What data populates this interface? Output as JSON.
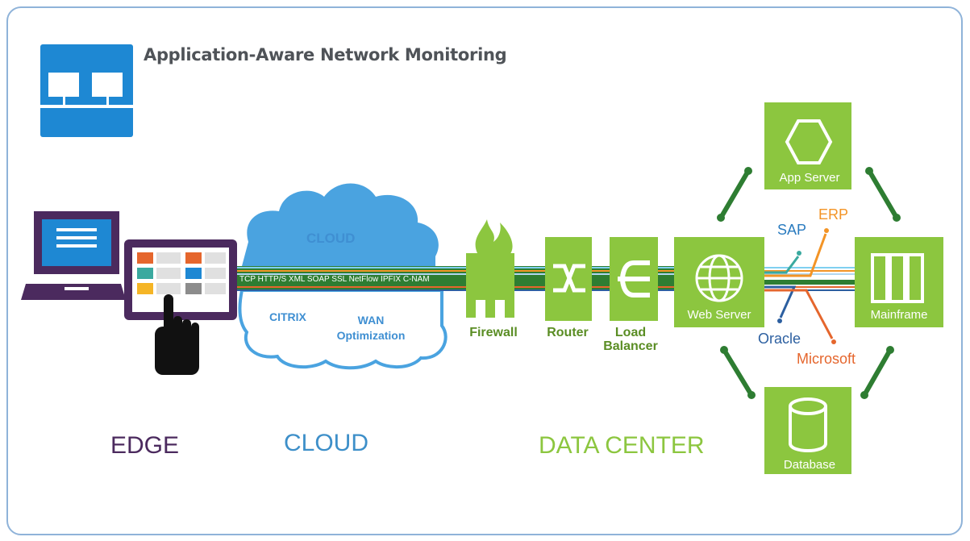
{
  "title": "Application-Aware Network Monitoring",
  "zones": {
    "edge": "EDGE",
    "cloud": "CLOUD",
    "data_center": "DATA CENTER"
  },
  "cloud": {
    "title": "CLOUD",
    "protocols": "TCP HTTP/S XML SOAP SSL NetFlow IPFIX C-NAM",
    "citrix": "CITRIX",
    "wan": "WAN Optimization"
  },
  "devices": {
    "firewall": "Firewall",
    "router": "Router",
    "load_balancer": "Load Balancer"
  },
  "servers": {
    "app": "App Server",
    "web": "Web Server",
    "mainframe": "Mainframe",
    "database": "Database"
  },
  "apps": {
    "sap": "SAP",
    "erp": "ERP",
    "oracle": "Oracle",
    "microsoft": "Microsoft"
  },
  "colors": {
    "edge": "#4b2a5e",
    "cloud": "#3d8fc9",
    "data_center": "#8cc63f",
    "green_box": "#8cc63f",
    "dark_green": "#2e7d32",
    "sap": "#2a7bbf",
    "erp": "#f39426",
    "oracle": "#2c5fa0",
    "microsoft": "#e5662d"
  },
  "icons": [
    "monitor-logo-icon",
    "laptop-icon",
    "tablet-icon",
    "hand-pointer-icon",
    "cloud-icon",
    "firewall-flame-icon",
    "router-icon",
    "load-balancer-icon",
    "hexagon-icon",
    "globe-icon",
    "mainframe-icon",
    "database-cylinder-icon"
  ]
}
